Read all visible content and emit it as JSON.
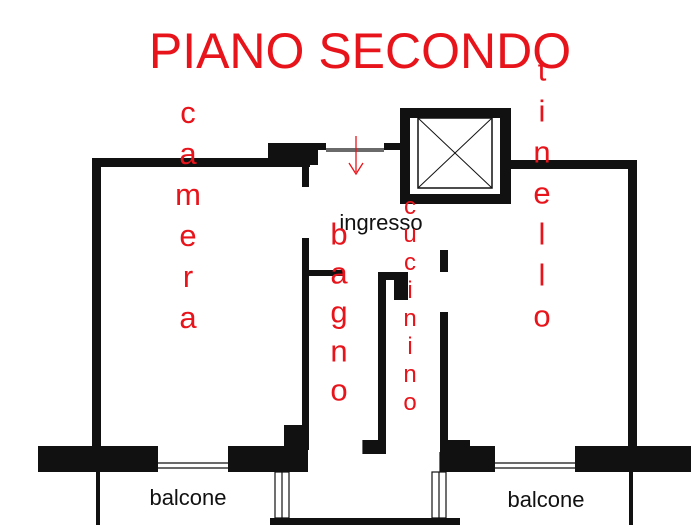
{
  "title": "PIANO SECONDO",
  "rooms": {
    "ingresso": "ingresso",
    "camera": "camera",
    "bagno": "bagno",
    "cucinino": "cucinino",
    "tinello": "tinello",
    "balcone_left": "balcone",
    "balcone_right": "balcone"
  },
  "colors": {
    "title": "#e8141b",
    "walls": "#111111",
    "vertical_labels": "#e8141b",
    "horizontal_labels": "#111111"
  },
  "icons": [
    "elevator-shaft-icon",
    "entrance-arrow-icon"
  ]
}
